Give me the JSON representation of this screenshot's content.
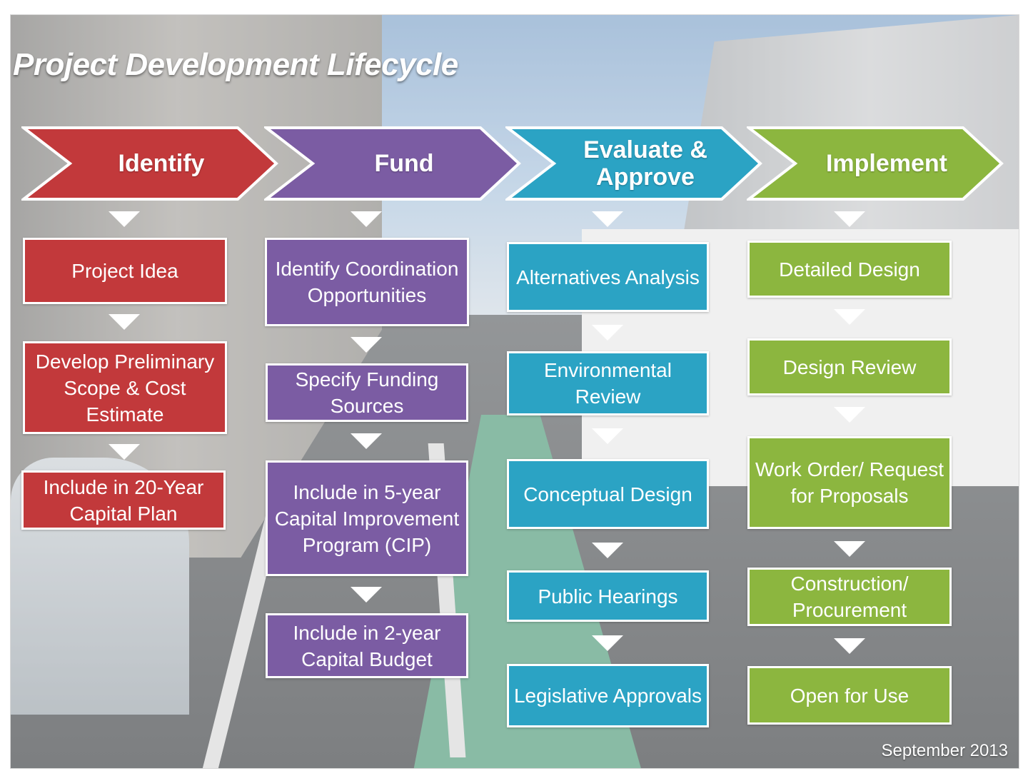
{
  "title": "Project Development Lifecycle",
  "date": "September 2013",
  "colors": {
    "identify": "#c2393b",
    "fund": "#7b5ca3",
    "evaluate": "#2ba3c4",
    "implement": "#8cb63f"
  },
  "stages": [
    {
      "label": "Identify",
      "steps": [
        "Project Idea",
        "Develop Preliminary Scope & Cost Estimate",
        "Include in 20-Year Capital Plan"
      ]
    },
    {
      "label": "Fund",
      "steps": [
        "Identify Coordination Opportunities",
        "Specify Funding Sources",
        "Include in 5-year Capital Improvement Program (CIP)",
        "Include in 2-year Capital Budget"
      ]
    },
    {
      "label": "Evaluate & Approve",
      "steps": [
        "Alternatives Analysis",
        "Environmental Review",
        "Conceptual Design",
        "Public Hearings",
        "Legislative Approvals"
      ]
    },
    {
      "label": "Implement",
      "steps": [
        "Detailed Design",
        "Design Review",
        "Work Order/ Request for Proposals",
        "Construction/ Procurement",
        "Open for Use"
      ]
    }
  ]
}
